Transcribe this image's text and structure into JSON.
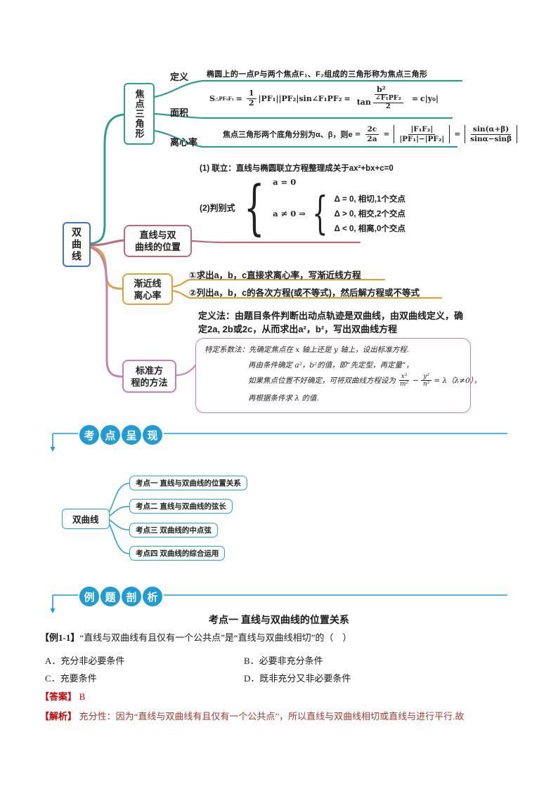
{
  "colors": {
    "root_blue": "#4472C4",
    "teal": "#2F9E8E",
    "rose": "#BA6B7A",
    "orange": "#D7A33C",
    "magenta": "#C77FB3",
    "sky_blue": "#1E9CD8",
    "mm2_blue": "#2AA3DB",
    "answer_red": "#D20000",
    "analysis_red": "#9F3A31"
  },
  "mindmap1": {
    "root": "双曲线",
    "focal": {
      "box": "焦点三角形",
      "def_label": "定义",
      "def_text": "椭圆上的一点P与两个焦点F₁、F₂组成的三角形称为焦点三角形",
      "area_label": "面积",
      "area": {
        "s": "S",
        "s_sub": "△PF₁F₂",
        "eq1": "=",
        "half_top": "1",
        "half_bot": "2",
        "mid": "|PF₁||PF₂|sin∠F₁PF₂",
        "eq2": "=",
        "num_b": "b²",
        "tan": "tan",
        "ang_top": "∠F₁PF₂",
        "ang_bot": "2",
        "eq3": "=",
        "tail": "c|y₀|"
      },
      "ecc_label": "离心率",
      "ecc": {
        "prefix": "焦点三角形两个底角分别为α、β，则e",
        "eq1": "=",
        "f1_top": "2c",
        "f1_bot": "2a",
        "eq2": "=",
        "f2_top": "|F₁F₂|",
        "f2_bot": "|PF₁|−|PF₂|",
        "eq3": "=",
        "f3_top": "sin(α+β)",
        "f3_bot": "sinα−sinβ"
      }
    },
    "position": {
      "box_line1": "直线与双",
      "box_line2": "曲线的位置",
      "item1": "(1) 联立：直线与椭圆联立方程整理成关于ax²+bx+c=0",
      "disc_label": "(2)判别式",
      "case_a0": "a = 0",
      "case_an0": "a ≠ 0 ⇒",
      "delta1": "Δ = 0, 相切,1个交点",
      "delta2": "Δ > 0, 相交,2个交点",
      "delta3": "Δ < 0,  相离,0个交点"
    },
    "asymptote": {
      "box_line1": "渐近线",
      "box_line2": "离心率",
      "item1": "①求出a，b，c直接求离心率，写渐近线方程",
      "item2": "②列出a，b，c的各次方程(或不等式)，然后解方程或不等式"
    },
    "standard": {
      "box_line1": "标准方",
      "box_line2": "程的方法",
      "def_method": "定义法：由题目条件判断出动点轨迹是双曲线，由双曲线定义，确定2a, 2b或2c，从而求出a²，b²，写出双曲线方程",
      "hand_line1": "特定系数法：先确定焦点在 x 轴上还是 y 轴上，设出标准方程.",
      "hand_line2": "再由条件确定 a²，b²的值，即“先定型，再定量”，",
      "hand_line3_pre": "如果焦点位置不好确定，可将双曲线方程设为",
      "hand_f1_top": "x²",
      "hand_f1_bot": "m²",
      "hand_minus": "−",
      "hand_f2_top": "y²",
      "hand_f2_bot": "n²",
      "hand_line3_post": "= λ（λ≠0），",
      "hand_line4": "再根据条件求 λ 的值."
    }
  },
  "section1": {
    "chars": [
      "考",
      "点",
      "呈",
      "现"
    ]
  },
  "mindmap2": {
    "root": "双曲线",
    "items": [
      "考点一  直线与双曲线的位置关系",
      "考点二  直线与双曲线的弦长",
      "考点三  双曲线的中点弦",
      "考点四  双曲线的综合运用"
    ]
  },
  "section2": {
    "chars": [
      "例",
      "题",
      "剖",
      "析"
    ]
  },
  "example": {
    "heading": "考点一 直线与双曲线的位置关系",
    "label": "【例1-1】",
    "question": "“直线与双曲线有且仅有一个公共点”是“直线与双曲线相切”的（　）",
    "options": [
      "A．充分非必要条件",
      "B．必要非充分条件",
      "C．充要条件",
      "D．既非充分又非必要条件"
    ],
    "answer_label": "【答案】",
    "answer": "B",
    "analysis_label": "【解析】",
    "analysis": "充分性：因为“直线与双曲线有且仅有一个公共点”，所以直线与双曲线相切或直线与进行平行.故"
  }
}
